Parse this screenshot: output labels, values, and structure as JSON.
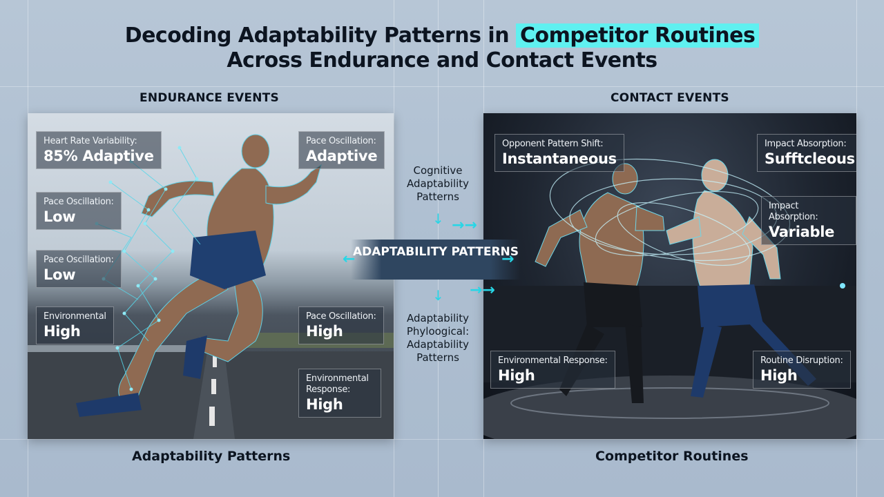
{
  "title": {
    "line1_prefix": "Decoding Adaptability Patterns in",
    "line1_highlight": "Competitor Routines",
    "line2": "Across Endurance and Contact Events"
  },
  "left": {
    "heading": "ENDURANCE EVENTS",
    "footer": "Adaptability Patterns",
    "stats": [
      {
        "label": "Heart Rate Variability:",
        "value": "85% Adaptive"
      },
      {
        "label": "Pace Oscillation:",
        "value": "Adaptive"
      },
      {
        "label": "Pace Oscillation:",
        "value": "Low"
      },
      {
        "label": "Pace Oscillation:",
        "value": "Low"
      },
      {
        "label": "Environmental",
        "value": "High"
      },
      {
        "label": "Pace Oscillation:",
        "value": "High"
      },
      {
        "label": "Environmental Response:",
        "value": "High"
      }
    ]
  },
  "right": {
    "heading": "CONTACT EVENTS",
    "footer": "Competitor Routines",
    "stats": [
      {
        "label": "Opponent Pattern Shift:",
        "value": "Instantaneous"
      },
      {
        "label": "Impact Absorption:",
        "value": "Sufftcleous"
      },
      {
        "label": "Impact Absorption:",
        "value": "Variable"
      },
      {
        "label": "Environmental Response:",
        "value": "High"
      },
      {
        "label": "Routine Disruption:",
        "value": "High"
      }
    ]
  },
  "center": {
    "top_text": "Cognitive Adaptability Patterns",
    "banner": "ADAPTABILITY PATTERNS",
    "bottom_text": "Adaptability Phyloogical: Adaptability Patterns"
  },
  "colors": {
    "accent": "#5ff0f0",
    "arrow": "#27d6e6",
    "banner": "#2f4660"
  },
  "icons": [
    "arrow-right-icon",
    "arrow-left-icon",
    "arrow-down-icon"
  ]
}
